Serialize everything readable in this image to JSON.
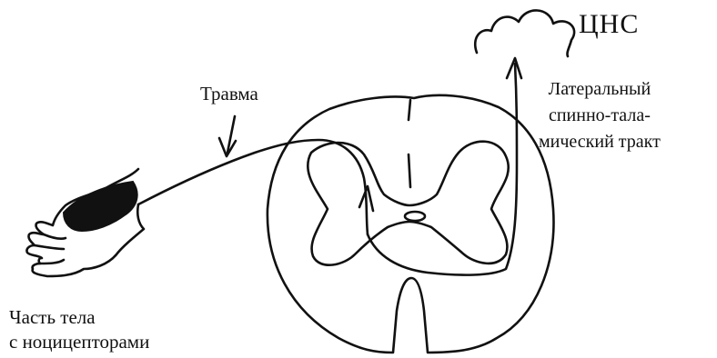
{
  "labels": {
    "cns": "ЦНС",
    "tract": [
      "Латеральный",
      "спинно-тала-",
      "мический тракт"
    ],
    "trauma": "Травма",
    "body_part": [
      "Часть тела",
      "с ноцицепторами"
    ]
  },
  "colors": {
    "ink": "#111111",
    "background": "#ffffff"
  }
}
